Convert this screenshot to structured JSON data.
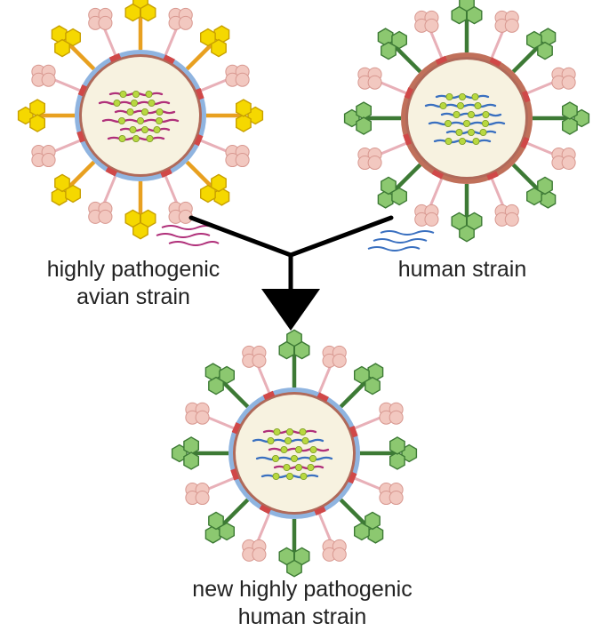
{
  "labels": {
    "avian_line1": "highly pathogenic",
    "avian_line2": "avian strain",
    "human": "human strain",
    "new_line1": "new highly pathogenic",
    "new_line2": "human strain"
  },
  "colors": {
    "envelope_blue": "#8fb4e0",
    "envelope_rust": "#c0705a",
    "core_fill": "#f7f2e0",
    "core_ring": "#b06a5a",
    "hemagglutinin_yellow": "#f5d800",
    "hemagglutinin_yellow_stalk": "#e8a020",
    "spike_green": "#8cc870",
    "spike_green_dark": "#3d7a35",
    "neuraminidase_pink": "#f2c8c0",
    "neuraminidase_pink_stalk": "#e8b0b8",
    "rna_magenta": "#b0307a",
    "rna_blue": "#3a70c0",
    "nucleoprotein": "#b8d840",
    "marker_red": "#d04848",
    "arrow": "#000000"
  },
  "icons": {
    "avian_virus": "avian-virus-icon",
    "human_virus": "human-virus-icon",
    "new_virus": "reassortant-virus-icon"
  }
}
